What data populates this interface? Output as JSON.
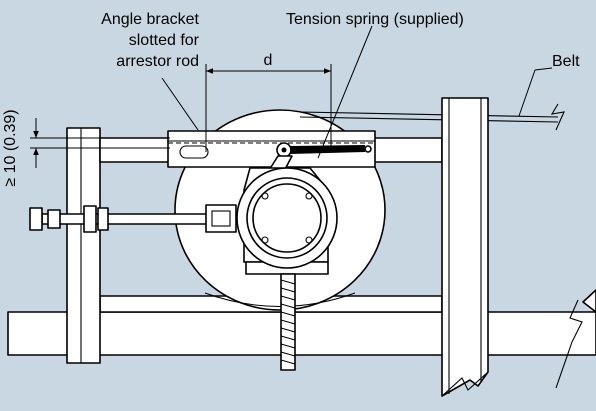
{
  "labels": {
    "angle_bracket_line1": "Angle bracket",
    "angle_bracket_line2": "slotted for",
    "angle_bracket_line3": "arrestor rod",
    "tension_spring": "Tension spring (supplied)",
    "belt": "Belt",
    "dimension_d": "d",
    "gap_dimension": "≥ 10 (0.39)"
  },
  "colors": {
    "background": "#c8d7e1",
    "part_fill": "#ffffff",
    "outline": "#000000"
  }
}
